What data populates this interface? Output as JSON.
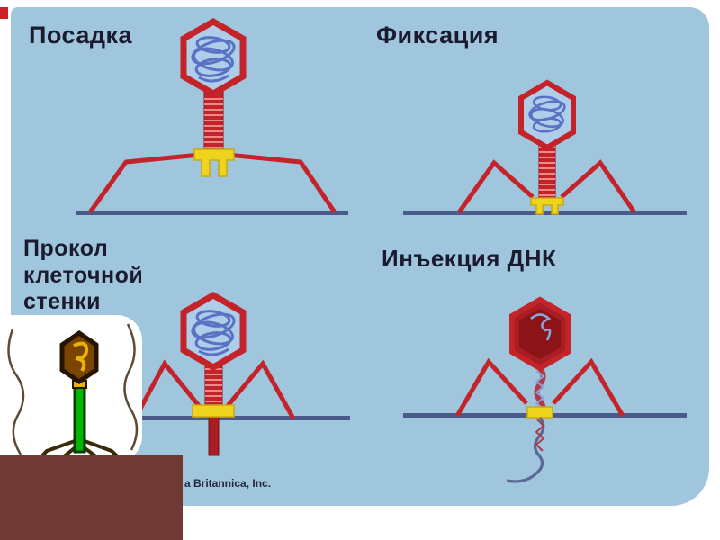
{
  "figure": {
    "subject": "bacteriophage-infection-stages",
    "stages": [
      {
        "id": "landing",
        "label": "Посадка"
      },
      {
        "id": "fixation",
        "label": "Фиксация"
      },
      {
        "id": "puncture",
        "line1": "Прокол",
        "line2": "клеточной",
        "line3": "стенки"
      },
      {
        "id": "injection",
        "label": "Инъекция ДНК"
      }
    ],
    "caption": "a Britannica, Inc."
  },
  "colors": {
    "background_blue": "#9fc6dc",
    "phage_red": "#c4232a",
    "head_fill_blue": "#aecde8",
    "dna_coil_blue": "#5a72c4",
    "baseplate_yellow": "#eed31f",
    "surface_line": "#4a5a8a",
    "label_text": "#1b1b2f",
    "dark_head_red": "#a81e24",
    "overlay_maroon": "#6e3a33",
    "sprite_green": "#00b400",
    "sprite_brown": "#7a4500",
    "sprite_yellow": "#e8b400"
  }
}
